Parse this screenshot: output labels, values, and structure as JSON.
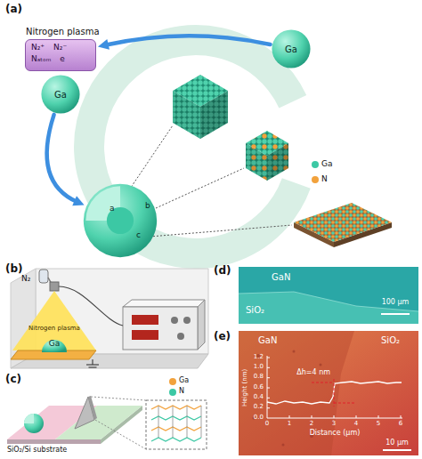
{
  "diagram": {
    "nodes": [
      {
        "text": [
          "Nitrogen plasma",
          "N₂⁺",
          "N₂⁻",
          "Nₐₜₒₘ",
          "e"
        ]
      },
      {
        "text": [
          "Ga"
        ]
      },
      {
        "text": [
          "Ga"
        ]
      },
      {
        "text": [
          "a"
        ]
      }
    ],
    "edges": [
      {
        "from": 1,
        "to": 0,
        "arrow": "to"
      },
      {
        "from": 2,
        "to": 3,
        "arrow": "to"
      }
    ],
    "labels": [
      "(a)",
      "b",
      "c",
      "(b)",
      "N₂",
      "Nitrogen plasma",
      "Ga",
      "(c)",
      "SiO₂/Si substrate",
      "(d)",
      "GaN",
      "SiO₂",
      "100 μm",
      "(e)",
      "GaN",
      "SiO₂",
      "Δh=4 nm",
      "Height (nm)",
      "1.2",
      "1.0",
      "0.8",
      "0.6",
      "0.4",
      "0.2",
      "0.0",
      "0",
      "1",
      "2",
      "3",
      "4",
      "5",
      "6",
      "Distance (μm)",
      "10 μm"
    ],
    "legend": [
      {
        "text": "Ga",
        "color": "#3cc8a4"
      },
      {
        "text": "N",
        "color": "#f2a23c"
      },
      {
        "text": "Ga",
        "color": "#f2a23c"
      },
      {
        "text": "N",
        "color": "#3cc8a4"
      }
    ]
  }
}
